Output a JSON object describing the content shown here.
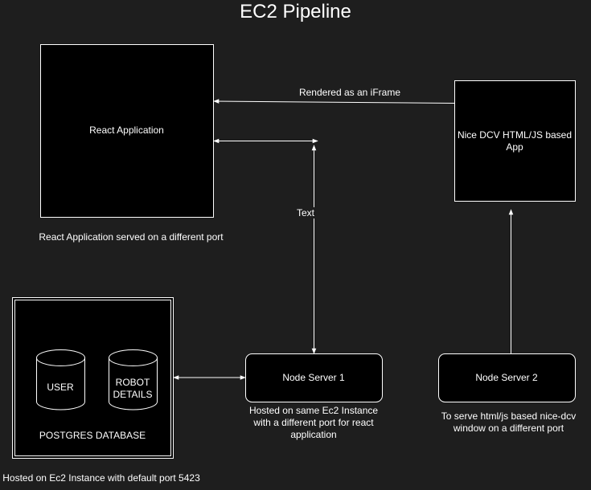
{
  "title": "EC2 Pipeline",
  "nodes": {
    "react_app": {
      "label": "React Application"
    },
    "nice_dcv": {
      "label": "Nice DCV HTML/JS based\nApp"
    },
    "node_server_1": {
      "label": "Node Server 1"
    },
    "node_server_2": {
      "label": "Node Server 2"
    },
    "db_user": {
      "label": "USER"
    },
    "db_robot": {
      "label": "ROBOT\nDETAILS"
    },
    "db_container": {
      "label": "POSTGRES DATABASE"
    }
  },
  "edges": {
    "iframe": {
      "label": "Rendered as an iFrame"
    },
    "react_node1": {
      "label": "Text"
    }
  },
  "notes": {
    "react_port": "React Application served on a different port",
    "node1_host": "Hosted on same Ec2 Instance\nwith a different port for react\napplication",
    "node2_serve": "To serve html/js based nice-dcv\nwindow on a different port",
    "db_host": "Hosted on Ec2 Instance with default port 5423"
  },
  "colors": {
    "background": "#1e1e1e",
    "node_fill": "#000000",
    "stroke": "#ffffff",
    "text": "#ffffff"
  }
}
